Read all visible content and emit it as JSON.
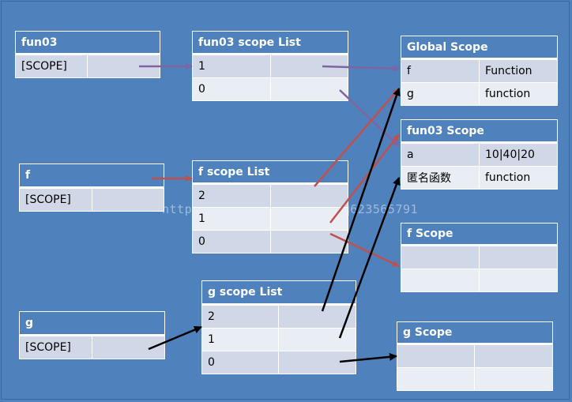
{
  "tables": [
    {
      "id": "fun03",
      "title": "fun03",
      "rows": [
        [
          "[SCOPE]",
          ""
        ]
      ]
    },
    {
      "id": "fun03-scope-list",
      "title": "fun03  scope List",
      "rows": [
        [
          "1",
          ""
        ],
        [
          "0",
          ""
        ]
      ]
    },
    {
      "id": "global-scope",
      "title": "Global Scope",
      "rows": [
        [
          "f",
          "Function"
        ],
        [
          "g",
          "function"
        ]
      ]
    },
    {
      "id": "fun03-scope",
      "title": "fun03 Scope",
      "rows": [
        [
          "a",
          "10|40|20"
        ],
        [
          "匿名函数",
          "function"
        ]
      ]
    },
    {
      "id": "f",
      "title": "f",
      "rows": [
        [
          "[SCOPE]",
          ""
        ]
      ]
    },
    {
      "id": "f-scope-list",
      "title": "f scope List",
      "rows": [
        [
          "2",
          ""
        ],
        [
          "1",
          ""
        ],
        [
          "0",
          ""
        ]
      ]
    },
    {
      "id": "f-scope",
      "title": "f Scope",
      "rows": [
        [
          "",
          ""
        ],
        [
          "",
          ""
        ]
      ]
    },
    {
      "id": "g",
      "title": "g",
      "rows": [
        [
          "[SCOPE]",
          ""
        ]
      ]
    },
    {
      "id": "g-scope-list",
      "title": "g scope List",
      "rows": [
        [
          "2",
          ""
        ],
        [
          "1",
          ""
        ],
        [
          "0",
          ""
        ]
      ]
    },
    {
      "id": "g-scope",
      "title": "g Scope",
      "rows": [
        [
          "",
          ""
        ],
        [
          "",
          ""
        ]
      ]
    }
  ],
  "watermark": "https://blog.csdn.net/lxq623565791",
  "colors": {
    "background": "#4f81bd",
    "row_dark": "#d0d8e8",
    "row_light": "#e9edf4",
    "arrow_purple": "#8064a2",
    "arrow_red": "#c0504d",
    "arrow_black": "#000000"
  }
}
